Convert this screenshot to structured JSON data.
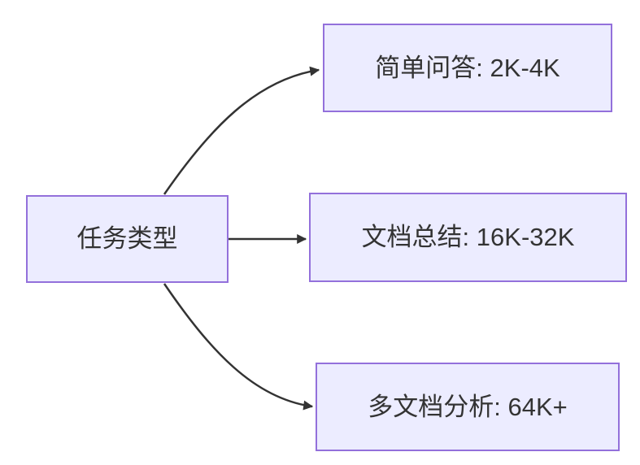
{
  "diagram": {
    "type": "flowchart",
    "direction": "left-to-right",
    "root": {
      "id": "root",
      "label": "任务类型"
    },
    "branches": [
      {
        "id": "qa",
        "label": "简单问答: 2K-4K"
      },
      {
        "id": "doc",
        "label": "文档总结: 16K-32K"
      },
      {
        "id": "multi",
        "label": "多文档分析: 64K+"
      }
    ],
    "edges": [
      {
        "from": "任务类型",
        "to": "简单问答: 2K-4K",
        "style": "curved-up",
        "arrow": "filled-triangle"
      },
      {
        "from": "任务类型",
        "to": "文档总结: 16K-32K",
        "style": "straight",
        "arrow": "filled-triangle"
      },
      {
        "from": "任务类型",
        "to": "多文档分析: 64K+",
        "style": "curved-down",
        "arrow": "filled-triangle"
      }
    ],
    "colors": {
      "node_fill": "#ECECFF",
      "node_border": "#9370DB",
      "edge_stroke": "#333333",
      "text": "#333333",
      "background": "#FFFFFF"
    }
  }
}
